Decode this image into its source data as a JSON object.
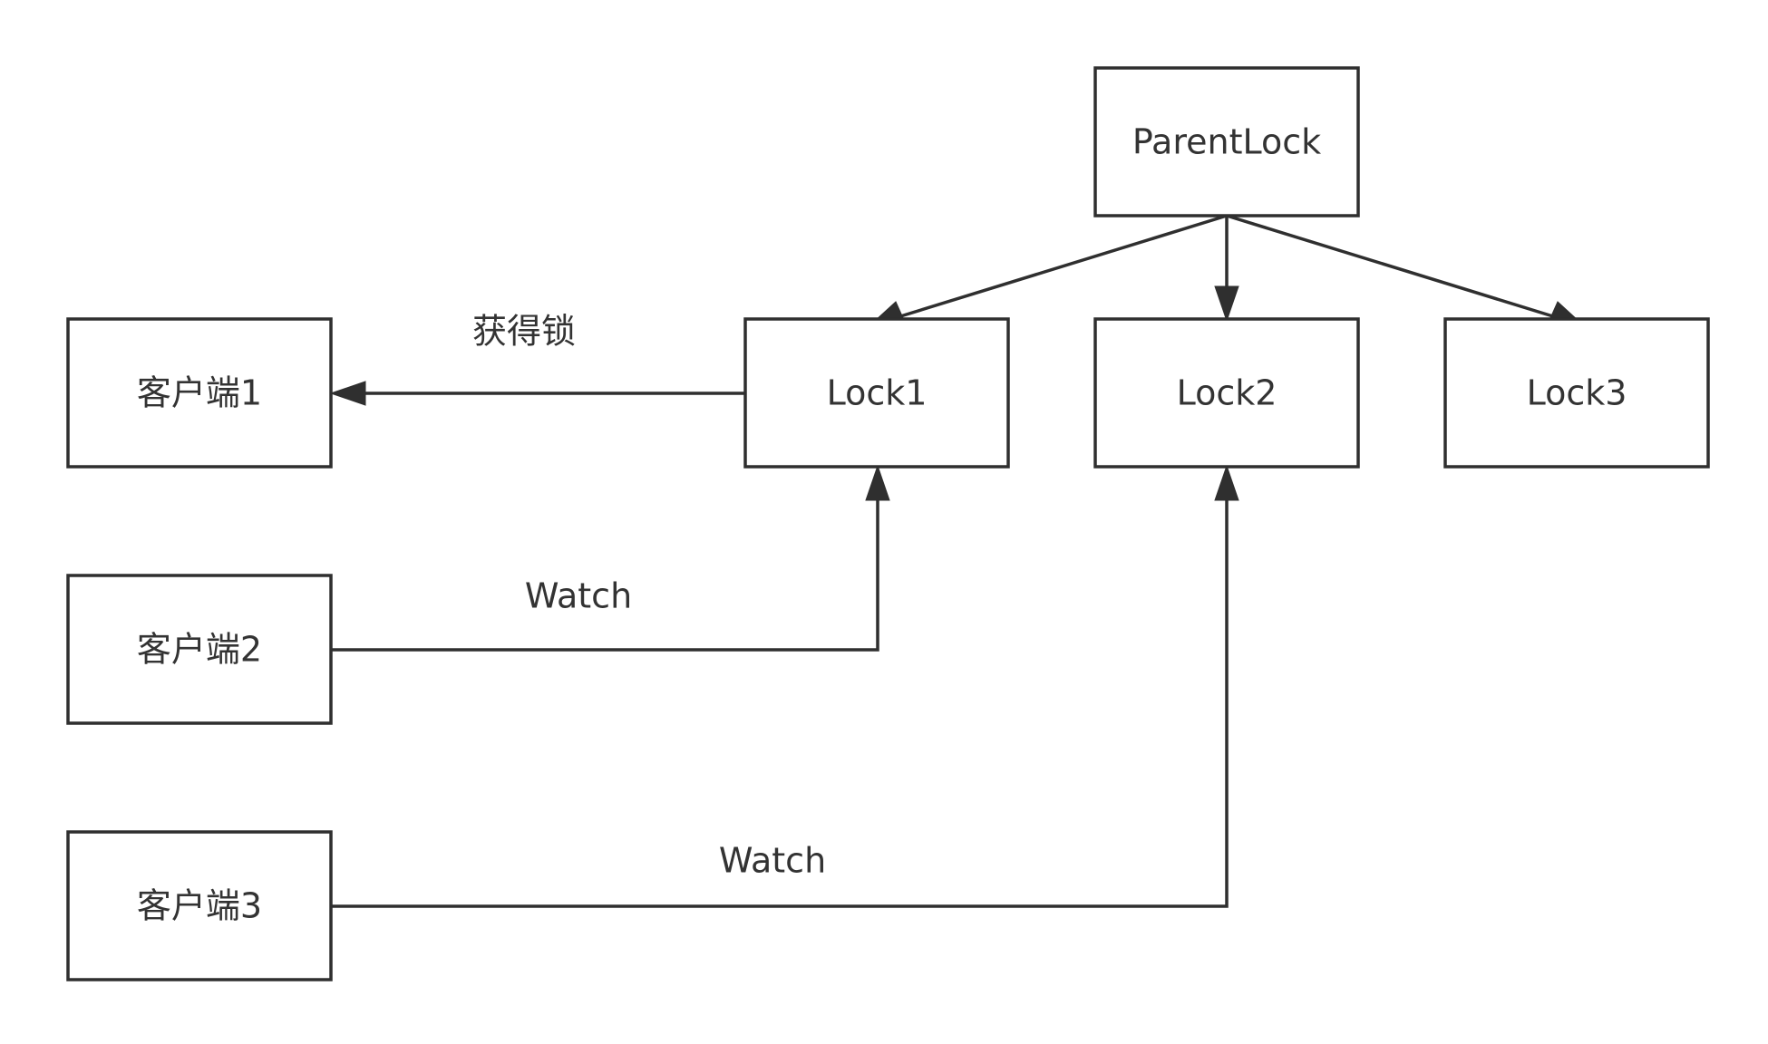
{
  "diagram": {
    "nodes": {
      "parent_lock": "ParentLock",
      "lock1": "Lock1",
      "lock2": "Lock2",
      "lock3": "Lock3",
      "client1": "客户端1",
      "client2": "客户端2",
      "client3": "客户端3"
    },
    "edges": {
      "lock1_to_client1": "获得锁",
      "client2_watch_lock1": "Watch",
      "client3_watch_lock2": "Watch"
    },
    "colors": {
      "stroke": "#2f2f2f",
      "text": "#333333",
      "background": "#ffffff"
    }
  }
}
